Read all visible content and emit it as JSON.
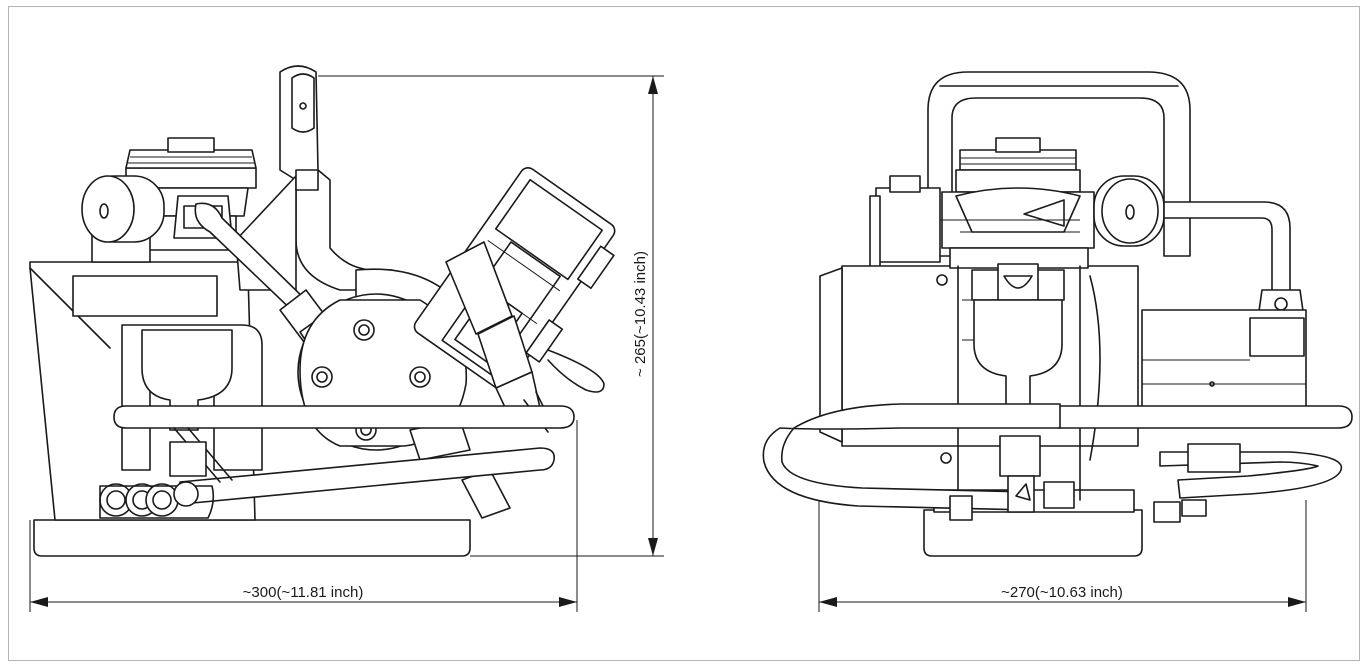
{
  "drawing": {
    "side_view": {
      "width_label": "~300(~11.81 inch)",
      "height_label": "~ 265(~10.43 inch)"
    },
    "front_view": {
      "width_label": "~270(~10.63 inch)"
    }
  },
  "colors": {
    "line": "#1a1a1a",
    "background": "#ffffff",
    "border": "#b4b4b4"
  }
}
